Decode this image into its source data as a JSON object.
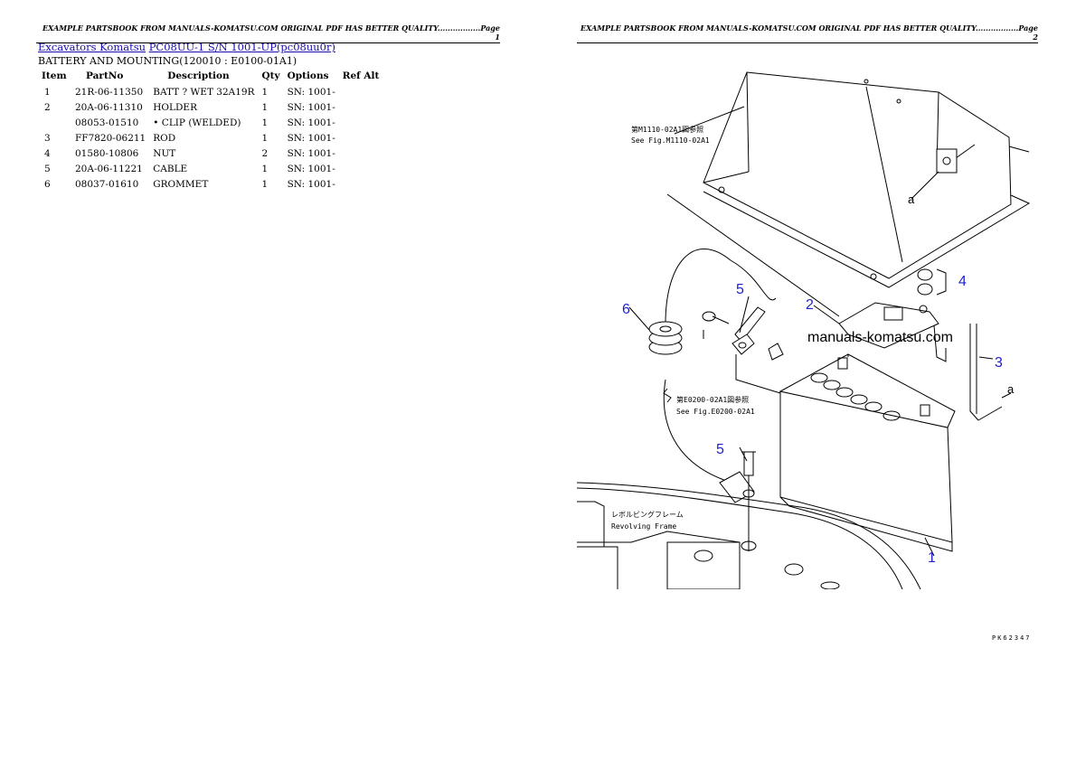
{
  "header": {
    "page1": "EXAMPLE PARTSBOOK FROM MANUALS-KOMATSU.COM ORIGINAL PDF HAS BETTER QUALITY.................Page 1",
    "page2": "EXAMPLE PARTSBOOK FROM MANUALS-KOMATSU.COM ORIGINAL PDF HAS BETTER QUALITY.................Page 2"
  },
  "breadcrumb": {
    "link1": "Excavators Komatsu",
    "link2": "PC08UU-1 S/N 1001-UP(pc08uu0r)"
  },
  "subtitle": "BATTERY AND MOUNTING(120010 : E0100-01A1)",
  "table": {
    "columns": [
      "Item",
      "PartNo",
      "Description",
      "Qty",
      "Options",
      "Ref Alt"
    ],
    "rows": [
      {
        "item": "1",
        "partno": "21R-06-11350",
        "desc": "BATT ? WET 32A19R",
        "qty": "1",
        "options": "SN: 1001-",
        "ref": ""
      },
      {
        "item": "2",
        "partno": "20A-06-11310",
        "desc": "HOLDER",
        "qty": "1",
        "options": "SN: 1001-",
        "ref": ""
      },
      {
        "item": "",
        "partno": "08053-01510",
        "desc": "• CLIP (WELDED)",
        "qty": "1",
        "options": "SN: 1001-",
        "ref": ""
      },
      {
        "item": "3",
        "partno": "FF7820-06211",
        "desc": "ROD",
        "qty": "1",
        "options": "SN: 1001-",
        "ref": ""
      },
      {
        "item": "4",
        "partno": "01580-10806",
        "desc": "NUT",
        "qty": "2",
        "options": "SN: 1001-",
        "ref": ""
      },
      {
        "item": "5",
        "partno": "20A-06-11221",
        "desc": "CABLE",
        "qty": "1",
        "options": "SN: 1001-",
        "ref": ""
      },
      {
        "item": "6",
        "partno": "08037-01610",
        "desc": "GROMMET",
        "qty": "1",
        "options": "SN: 1001-",
        "ref": ""
      }
    ]
  },
  "diagram": {
    "watermark": "manuals-komatsu.com",
    "callouts": [
      "1",
      "2",
      "3",
      "4",
      "5",
      "5",
      "6"
    ],
    "ref_a": "a",
    "note1_jp": "第M1110-02A1図参照",
    "note1_en": "See Fig.M1110-02A1",
    "note2_jp": "第E0200-02A1図参照",
    "note2_en": "See Fig.E0200-02A1",
    "frame_jp": "レボルビングフレーム",
    "frame_en": "Revolving Frame",
    "page_code": "PK62347",
    "line_color": "#000000",
    "callout_color": "#1f1fcf"
  }
}
